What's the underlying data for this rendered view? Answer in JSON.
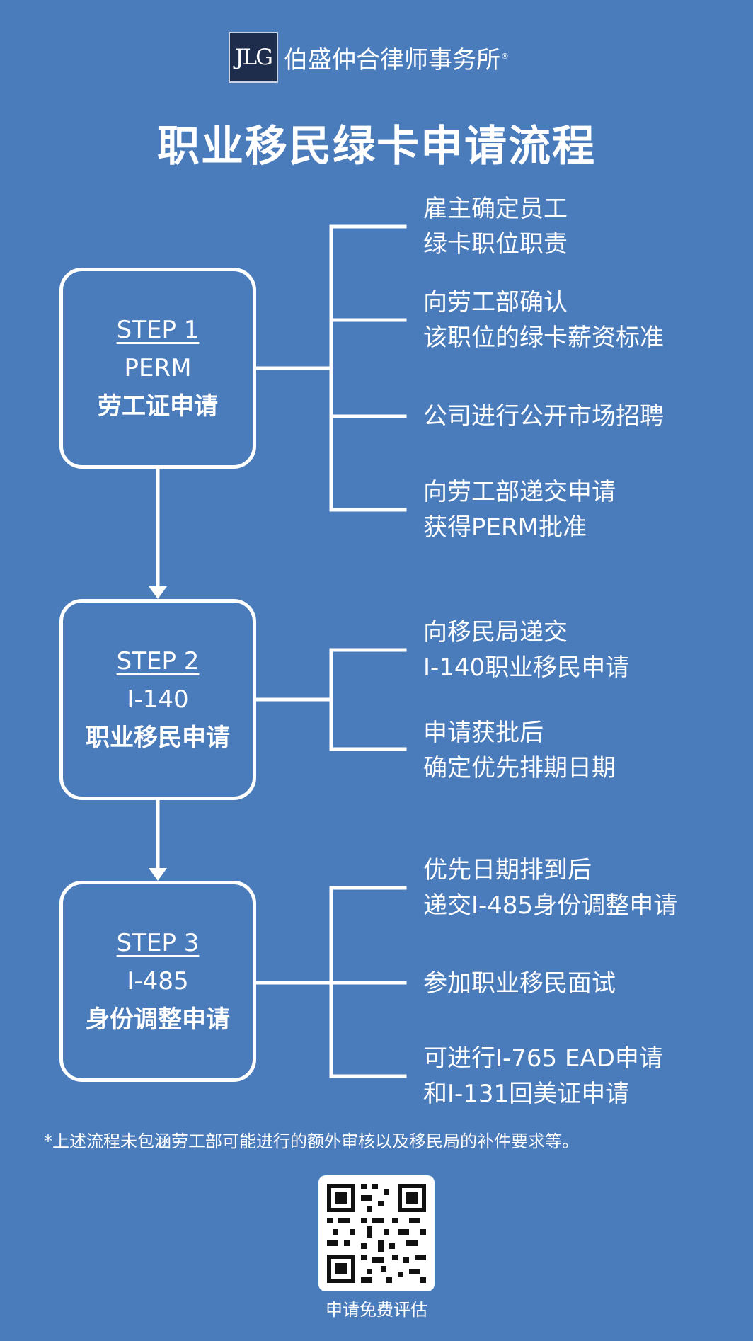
{
  "logo": {
    "mark": "JLG",
    "name": "伯盛仲合律师事务所",
    "reg": "®"
  },
  "title": "职业移民绿卡申请流程",
  "steps": [
    {
      "step": "STEP 1",
      "code": "PERM",
      "name": "劳工证申请",
      "items": [
        [
          "雇主确定员工",
          "绿卡职位职责"
        ],
        [
          "向劳工部确认",
          "该职位的绿卡薪资标准"
        ],
        [
          "公司进行公开市场招聘"
        ],
        [
          "向劳工部递交申请",
          "获得PERM批准"
        ]
      ]
    },
    {
      "step": "STEP 2",
      "code": "I-140",
      "name": "职业移民申请",
      "items": [
        [
          "向移民局递交",
          "I-140职业移民申请"
        ],
        [
          "申请获批后",
          "确定优先排期日期"
        ]
      ]
    },
    {
      "step": "STEP 3",
      "code": "I-485",
      "name": "身份调整申请",
      "items": [
        [
          "优先日期排到后",
          "递交I-485身份调整申请"
        ],
        [
          "参加职业移民面试"
        ],
        [
          "可进行I-765 EAD申请",
          "和I-131回美证申请"
        ]
      ]
    }
  ],
  "footnote": "*上述流程未包涵劳工部可能进行的额外审核以及移民局的补件要求等。",
  "qr": {
    "caption": "申请免费评估"
  },
  "colors": {
    "background": "#4a7cbc",
    "line": "#ffffff",
    "logo_box": "#1f2d4d"
  }
}
